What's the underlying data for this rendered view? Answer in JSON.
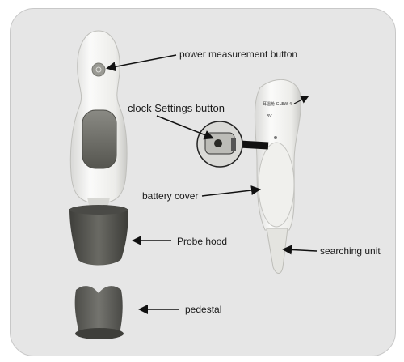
{
  "labels": {
    "power": "power measurement button",
    "clock": "clock Settings button",
    "battery": "battery cover",
    "probe": "Probe hood",
    "search": "searching unit",
    "pedestal": "pedestal"
  },
  "device_markings": {
    "model": "耳温枪 GLEW-4",
    "voltage": "3V"
  },
  "colors": {
    "background": "#e6e6e6",
    "body": "#f4f4f2",
    "dark_part": "#5a5a56",
    "window": "#6b6b66",
    "arrow": "#111111"
  }
}
